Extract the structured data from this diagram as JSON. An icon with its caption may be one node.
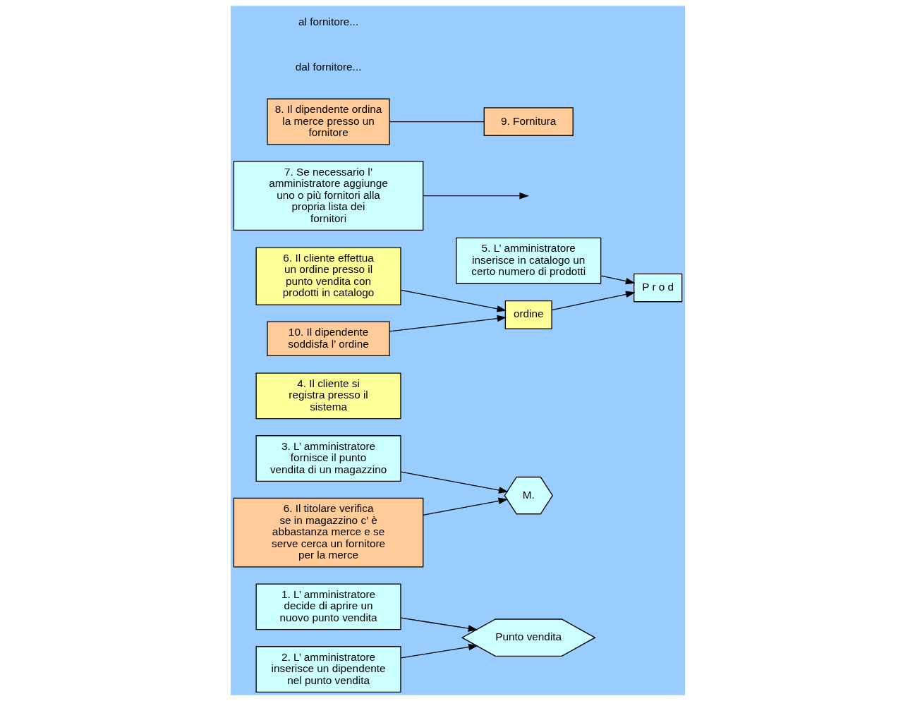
{
  "diagram": {
    "nodes": [
      {
        "text": [
          "1. L’ amministratore decide di aprire un nuovo punto vendita"
        ]
      },
      {
        "text": [
          "2. L’ amministratore inserisce un dipendente nel punto vendita"
        ]
      },
      {
        "text": [
          "3. L’ amministratore fornisce il punto vendita di un magazzino"
        ]
      },
      {
        "text": [
          "4. Il cliente si registra presso il sistema"
        ]
      },
      {
        "text": [
          "5. L’ amministratore inserisce in catalogo un certo numero di prodotti"
        ]
      },
      {
        "text": [
          "6. Il cliente effettua un ordine presso il punto vendita con prodotti in catalogo"
        ]
      },
      {
        "text": [
          "6. Il titolare verifica se in magazzino c’ è abbastanza merce e se serve cerca un fornitore per la merce"
        ]
      },
      {
        "text": [
          "7. Se necessario l’ amministratore aggiunge uno o più fornitori alla propria lista dei fornitori"
        ]
      },
      {
        "text": [
          "8. Il dipendente ordina la merce presso un fornitore"
        ]
      },
      {
        "text": [
          "9. Fornitura"
        ]
      },
      {
        "text": [
          "10. Il dipendente soddisfa l’ ordine"
        ]
      },
      {
        "text": [
          "Punto vendita"
        ]
      },
      {
        "text": [
          "M."
        ]
      },
      {
        "text": [
          "ordine"
        ]
      },
      {
        "text": [
          "P r o d"
        ]
      }
    ],
    "edges": [
      {
        "from": 0,
        "to": 11,
        "arrow": "to"
      },
      {
        "from": 1,
        "to": 11,
        "arrow": "to"
      },
      {
        "from": 2,
        "to": 12,
        "arrow": "to"
      },
      {
        "from": 10,
        "to": 13,
        "arrow": "to"
      },
      {
        "from": 4,
        "to": 14,
        "arrow": "to"
      },
      {
        "from": 5,
        "to": 13,
        "arrow": "to"
      },
      {
        "from": 13,
        "to": 14,
        "arrow": "to"
      },
      {
        "from": 6,
        "to": 12,
        "arrow": "to"
      },
      {
        "from": 8,
        "to": 9,
        "arrow": "none"
      },
      {
        "from": 7,
        "to": null,
        "arrow": "to"
      }
    ],
    "labels": [
      "dal fornitore...",
      "al fornitore..."
    ]
  }
}
